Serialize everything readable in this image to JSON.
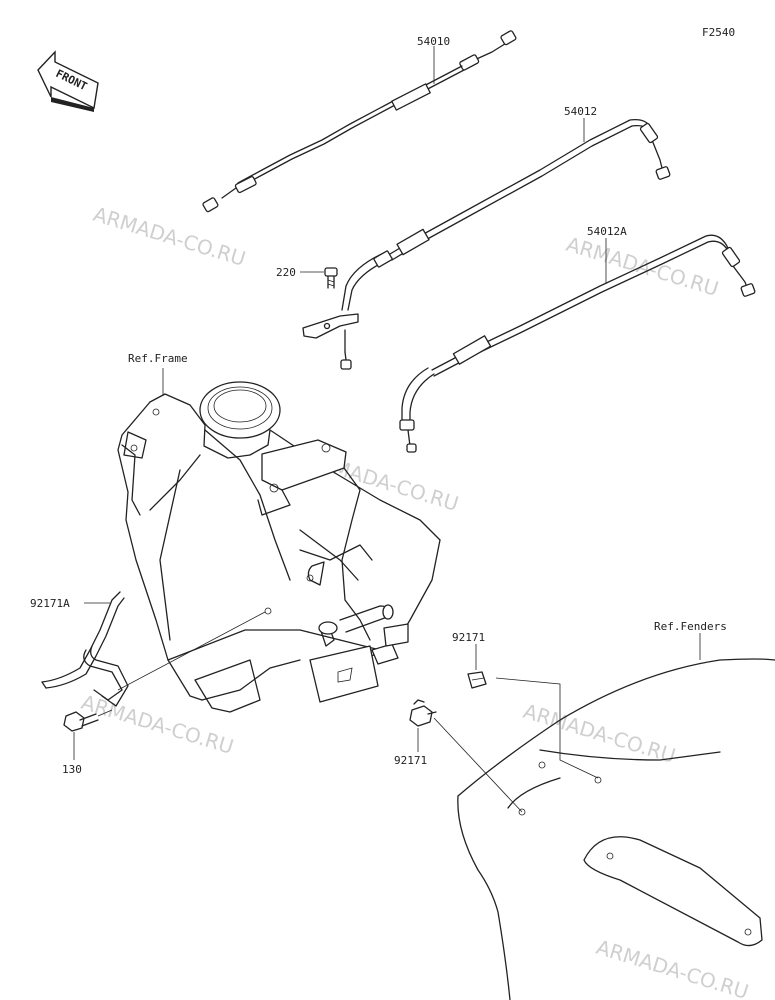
{
  "diagram_code": "F2540",
  "front_label": "FRONT",
  "watermark": "ARMADA-CO.RU",
  "refs": {
    "frame": "Ref.Frame",
    "fenders": "Ref.Fenders"
  },
  "parts": {
    "p54010": "54010",
    "p54012": "54012",
    "p54012a": "54012A",
    "p220": "220",
    "p92171a": "92171A",
    "p130": "130",
    "p92171_top": "92171",
    "p92171_bottom": "92171"
  }
}
